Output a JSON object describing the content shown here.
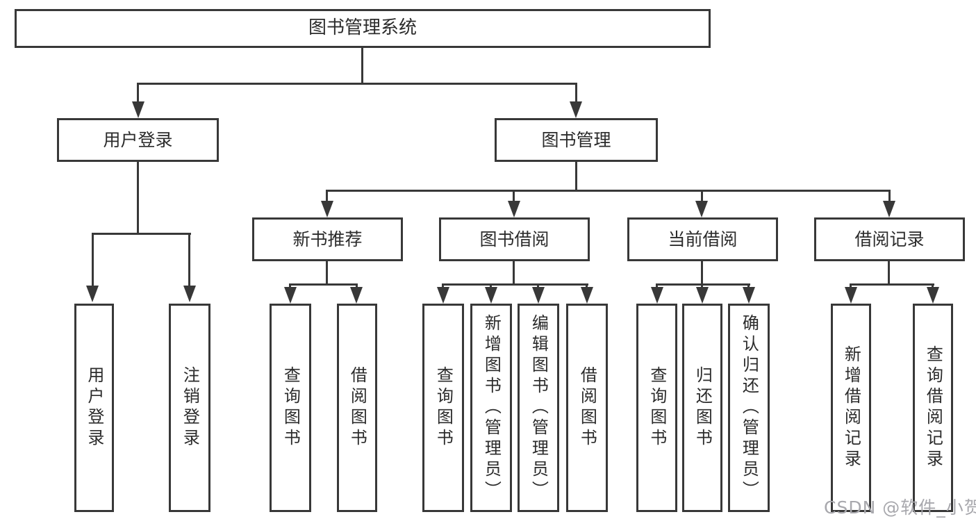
{
  "tree": {
    "label": "图书管理系统",
    "children": [
      {
        "label": "用户登录",
        "children": [
          {
            "label": "用户登录"
          },
          {
            "label": "注销登录"
          }
        ]
      },
      {
        "label": "图书管理",
        "children": [
          {
            "label": "新书推荐",
            "children": [
              {
                "label": "查询图书"
              },
              {
                "label": "借阅图书"
              }
            ]
          },
          {
            "label": "图书借阅",
            "children": [
              {
                "label": "查询图书"
              },
              {
                "label": "新增图书（管理员）"
              },
              {
                "label": "编辑图书（管理员）"
              },
              {
                "label": "借阅图书"
              }
            ]
          },
          {
            "label": "当前借阅",
            "children": [
              {
                "label": "查询图书"
              },
              {
                "label": "归还图书"
              },
              {
                "label": "确认归还（管理员）"
              }
            ]
          },
          {
            "label": "借阅记录",
            "children": [
              {
                "label": "新增借阅记录"
              },
              {
                "label": "查询借阅记录"
              }
            ]
          }
        ]
      }
    ]
  },
  "watermark": {
    "text": "CSDN @软件_小贺同学"
  },
  "colors": {
    "line": "#383838",
    "box_border": "#383838",
    "text": "#2b2b2b",
    "background": "#ffffff",
    "watermark": "#a8a8ad"
  }
}
